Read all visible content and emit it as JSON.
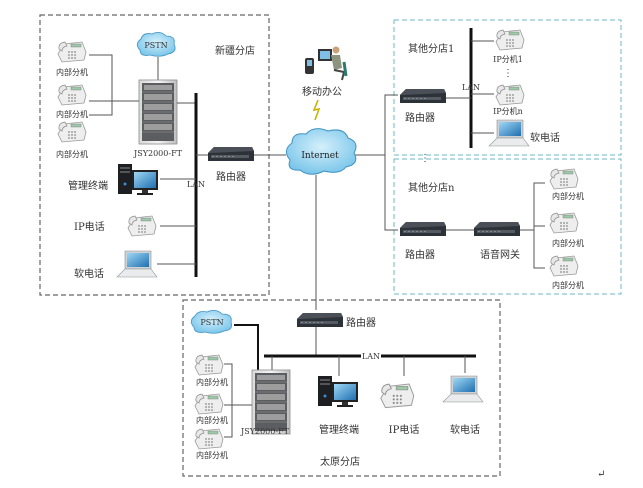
{
  "diagram": {
    "title": "",
    "internet": {
      "label": "Internet"
    },
    "mobile_office": {
      "label": "移动办公"
    },
    "xinjiang": {
      "name": "新疆分店",
      "pstn": "PSTN",
      "pbx": "JSY2000-FT",
      "extensions": [
        "内部分机",
        "内部分机",
        "内部分机"
      ],
      "mgmt_terminal": "管理终端",
      "ip_phone": "IP电话",
      "softphone": "软电话",
      "lan": "LAN",
      "router": "路由器"
    },
    "branch1": {
      "name": "其他分店1",
      "router": "路由器",
      "lan": "LAN",
      "ip_ext_1": "IP分机1",
      "ip_ext_n": "IP分机n",
      "ellipsis": "⋮",
      "softphone": "软电话"
    },
    "branch_ellipsis": "⋮",
    "branchn": {
      "name": "其他分店n",
      "router": "路由器",
      "gateway": "语音网关",
      "extensions": [
        "内部分机",
        "内部分机",
        "内部分机"
      ]
    },
    "taiyuan": {
      "name": "太原分店",
      "router": "路由器",
      "lan": "LAN",
      "pstn": "PSTN",
      "pbx": "JSY2000-FT",
      "extensions": [
        "内部分机",
        "内部分机",
        "内部分机"
      ],
      "mgmt_terminal": "管理终端",
      "ip_phone": "IP电话",
      "softphone": "软电话"
    },
    "paragraph_mark": "↵",
    "colors": {
      "gray_dash": "#666666",
      "teal_dash": "#6fb7c4",
      "cloud_fill": "#8fd0ee",
      "cloud_stroke": "#3f92c2",
      "line": "#555555",
      "lan": "#111111"
    }
  }
}
